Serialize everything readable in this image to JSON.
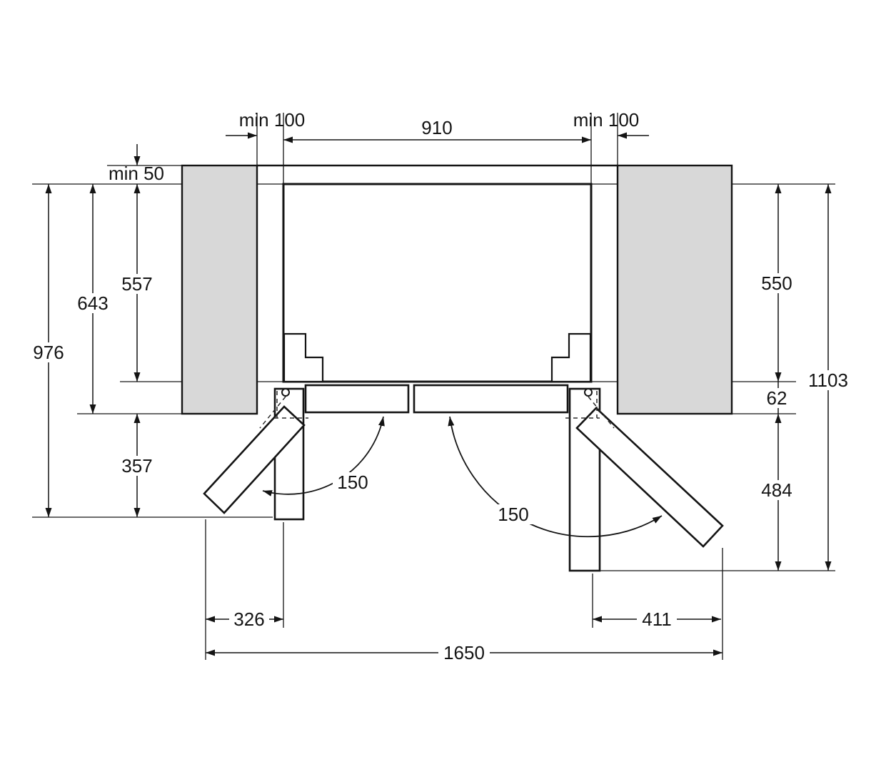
{
  "diagram": {
    "kind": "appliance installation dimension drawing, top view",
    "labels": {
      "min_clearance_side_left": "min 100",
      "appliance_width": "910",
      "min_clearance_side_right": "min 100",
      "min_clearance_rear": "min 50",
      "depth_body_left": "557",
      "depth_with_door_left": "643",
      "depth_door_open_left": "976",
      "door_swing_left": "357",
      "depth_body_right": "550",
      "door_thickness": "62",
      "overall_depth_right": "1103",
      "door_swing_right": "484",
      "open_angle_left": "150",
      "open_angle_right": "150",
      "door_projection_left": "326",
      "door_projection_right": "411",
      "overall_width_open": "1650"
    },
    "colors": {
      "cabinet_fill": "#d8d8d8",
      "line": "#141414"
    }
  }
}
